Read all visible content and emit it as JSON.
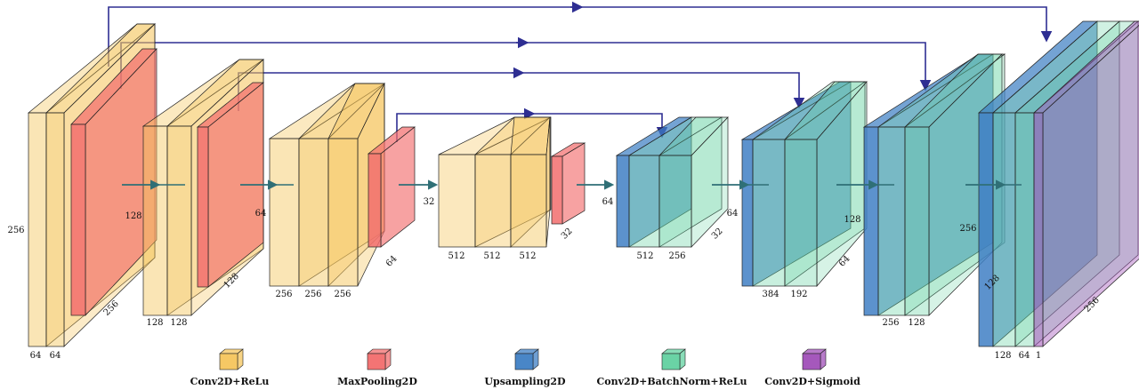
{
  "colors": {
    "conv": "#f5c55c",
    "pool": "#f26d6d",
    "up": "#3f7fc4",
    "bn": "#62d1a0",
    "sig": "#a04fb8",
    "skip": "#2e2e92",
    "flow": "#2f6f76"
  },
  "blocks": [
    {
      "id": "enc1-conv",
      "type": "conv",
      "labels": [
        "64",
        "64"
      ],
      "height": "256",
      "depth": "256"
    },
    {
      "id": "enc2-conv",
      "type": "conv",
      "labels": [
        "128",
        "128"
      ],
      "height": "128",
      "depth": "128"
    },
    {
      "id": "enc3-conv",
      "type": "conv",
      "labels": [
        "256",
        "256",
        "256"
      ],
      "height": "64",
      "depth": "64"
    },
    {
      "id": "bottleneck-conv",
      "type": "conv",
      "labels": [
        "512",
        "512",
        "512"
      ],
      "height": "32",
      "depth": "32"
    },
    {
      "id": "dec1",
      "type": "up+bn",
      "labels": [
        "512",
        "256"
      ],
      "height": "64",
      "depth": "32"
    },
    {
      "id": "dec2",
      "type": "up+bn",
      "labels": [
        "384",
        "192"
      ],
      "height": "128",
      "depth": "64"
    },
    {
      "id": "dec3",
      "type": "up+bn",
      "labels": [
        "256",
        "128"
      ],
      "height": "256",
      "depth": "128"
    },
    {
      "id": "dec4",
      "type": "up+bn+sig",
      "labels": [
        "128",
        "64",
        "1"
      ],
      "depth": "256"
    }
  ],
  "legend": [
    {
      "type": "conv",
      "label": "Conv2D+ReLu"
    },
    {
      "type": "pool",
      "label": "MaxPooling2D"
    },
    {
      "type": "up",
      "label": "Upsampling2D"
    },
    {
      "type": "bn",
      "label": "Conv2D+BatchNorm+ReLu"
    },
    {
      "type": "sig",
      "label": "Conv2D+Sigmoid"
    }
  ]
}
